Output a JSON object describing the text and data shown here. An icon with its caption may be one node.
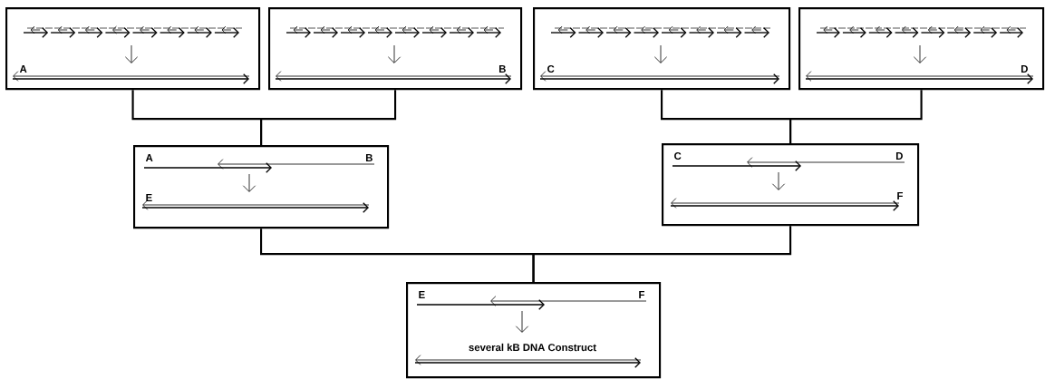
{
  "diagram": {
    "nodes": [
      {
        "text": [
          "A"
        ]
      },
      {
        "text": [
          "B"
        ]
      },
      {
        "text": [
          "C"
        ]
      },
      {
        "text": [
          "D"
        ]
      },
      {
        "text": [
          "A",
          "B",
          "E"
        ]
      },
      {
        "text": [
          "C",
          "D",
          "F"
        ]
      },
      {
        "text": [
          "E",
          "F",
          "several kB DNA Construct"
        ]
      }
    ],
    "edges": [
      {
        "from": 0,
        "to": 4,
        "arrow": "none"
      },
      {
        "from": 1,
        "to": 4,
        "arrow": "none"
      },
      {
        "from": 2,
        "to": 5,
        "arrow": "none"
      },
      {
        "from": 3,
        "to": 5,
        "arrow": "none"
      },
      {
        "from": 4,
        "to": 6,
        "arrow": "none"
      },
      {
        "from": 5,
        "to": 6,
        "arrow": "none"
      }
    ]
  }
}
